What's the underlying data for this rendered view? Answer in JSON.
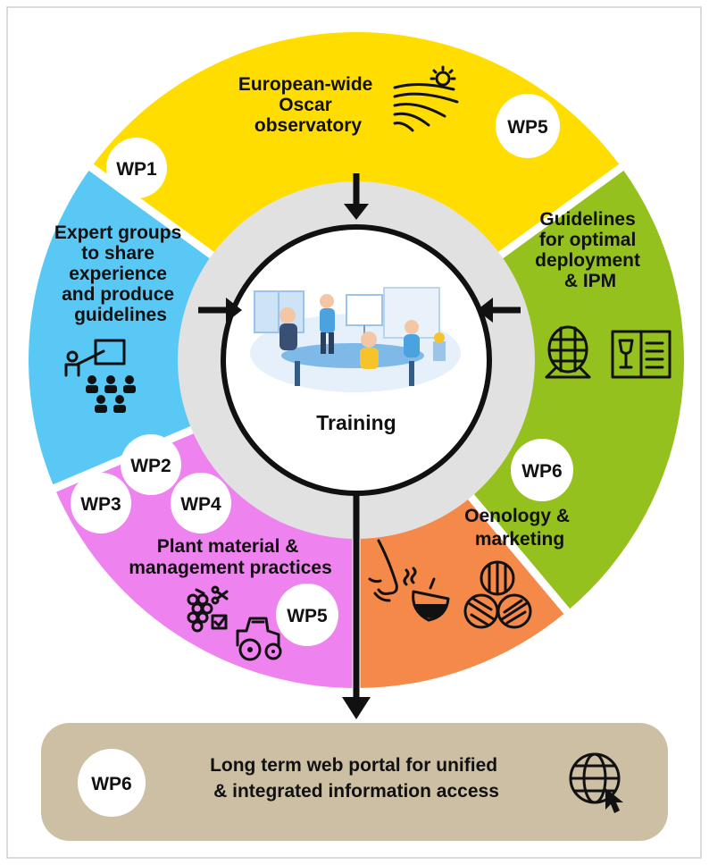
{
  "segments": {
    "observatory": {
      "lines": [
        "European-wide",
        "Oscar",
        "observatory"
      ],
      "color": "#ffdd00"
    },
    "guidelines": {
      "lines": [
        "Guidelines",
        "for optimal",
        "deployment",
        "& IPM"
      ],
      "color": "#95c11f"
    },
    "oenology": {
      "lines": [
        "Oenology &",
        "marketing"
      ],
      "color": "#f4894a"
    },
    "plant": {
      "lines": [
        "Plant material &",
        "management practices"
      ],
      "color": "#ee82ee"
    },
    "expert": {
      "lines": [
        "Expert groups",
        "to share",
        "experience",
        "and produce",
        "guidelines"
      ],
      "color": "#5ac8f5"
    }
  },
  "work_packages": {
    "wp1": "WP1",
    "wp2": "WP2",
    "wp3": "WP3",
    "wp4": "WP4",
    "wp5_top": "WP5",
    "wp5_bottom": "WP5",
    "wp6_right": "WP6",
    "wp6_portal": "WP6"
  },
  "center": {
    "label": "Training"
  },
  "portal": {
    "lines": [
      "Long term web portal for unified",
      "& integrated information access"
    ],
    "color": "#cdbfa3"
  },
  "icons": [
    "sun-fields-icon",
    "classroom-icon",
    "grape-scissors-icon",
    "checkbox-icon",
    "tractor-icon",
    "nose-smell-icon",
    "wine-glass-icon",
    "barrels-icon",
    "barrel-icon",
    "open-book-wine-icon",
    "globe-click-icon"
  ]
}
